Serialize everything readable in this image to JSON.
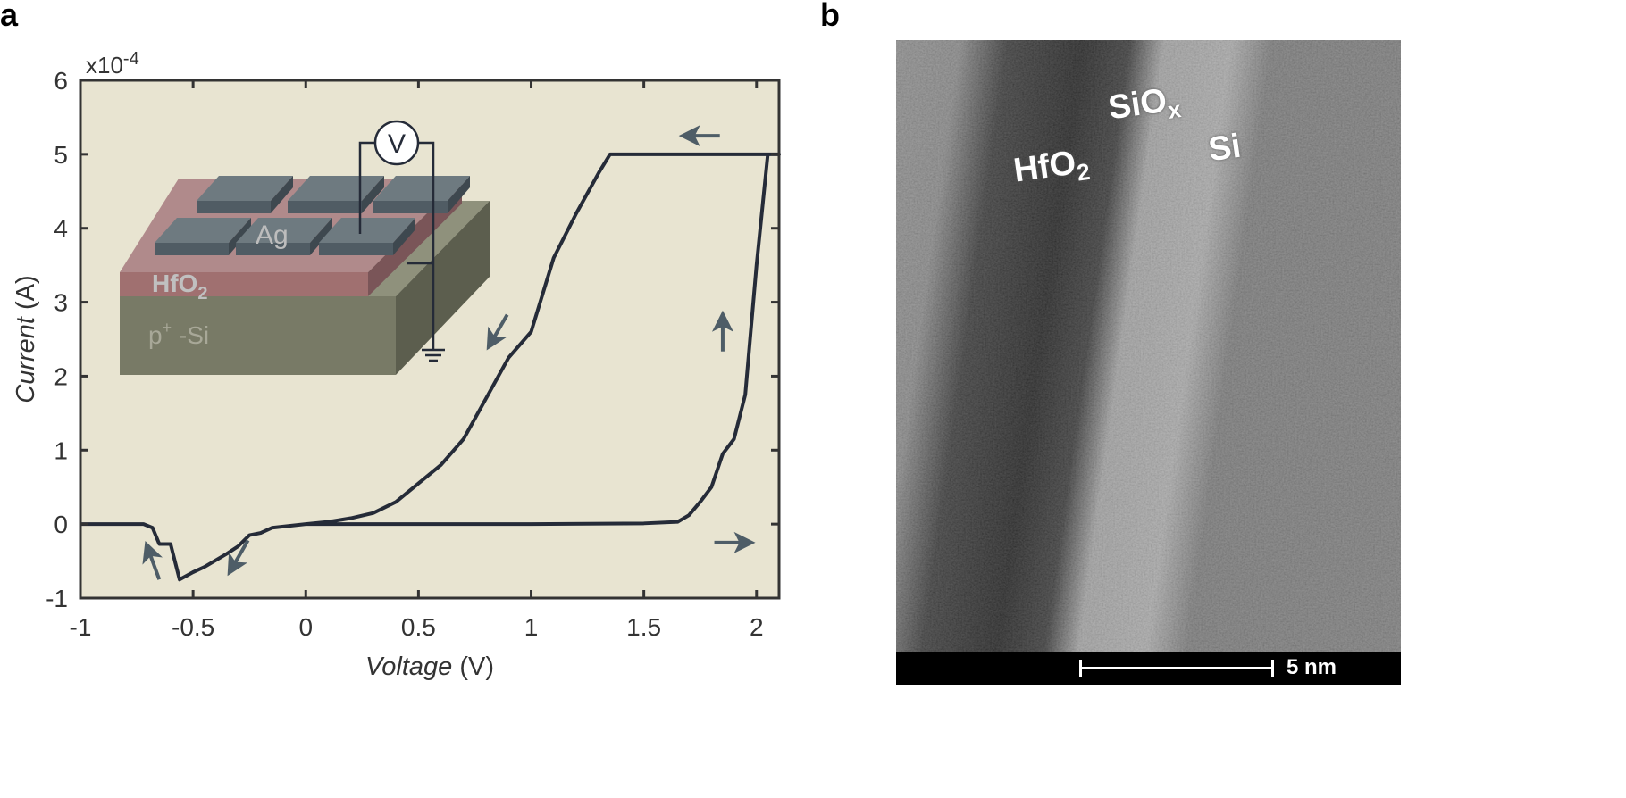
{
  "panels": {
    "a": "a",
    "b": "b"
  },
  "chart_data": {
    "type": "line",
    "xlabel_italic": "Voltage",
    "xlabel_unit": "(V)",
    "ylabel_italic": "Current",
    "ylabel_unit": "(A)",
    "y_multiplier": "x10",
    "y_multiplier_exp": "-4",
    "xlim": [
      -1,
      2.1
    ],
    "ylim": [
      -1,
      6
    ],
    "xticks": [
      -1,
      -0.5,
      0,
      0.5,
      1,
      1.5,
      2
    ],
    "xtick_labels": [
      "-1",
      "-0.5",
      "0",
      "0.5",
      "1",
      "1.5",
      "2"
    ],
    "yticks": [
      -1,
      0,
      1,
      2,
      3,
      4,
      5,
      6
    ],
    "ytick_labels": [
      "-1",
      "0",
      "1",
      "2",
      "3",
      "4",
      "5",
      "6"
    ],
    "grid": false,
    "background_color": "#e8e4d1",
    "line_color": "#252b38",
    "arrow_color": "#4e5d67",
    "series": [
      {
        "x": [
          0,
          0.5,
          1.0,
          1.5,
          1.65,
          1.7,
          1.75,
          1.8,
          1.85,
          1.9,
          1.95,
          2.0,
          2.05,
          2.1,
          1.35,
          1.3,
          1.2,
          1.1,
          1.0,
          0.9,
          0.8,
          0.7,
          0.6,
          0.5,
          0.4,
          0.3,
          0.2,
          0.1,
          0,
          -0.15,
          -0.2,
          -0.25,
          -0.3,
          -0.35,
          -0.45,
          -0.5,
          -0.56,
          -0.6,
          -0.62,
          -0.65,
          -0.68,
          -0.72,
          -1.0
        ],
        "y": [
          0,
          0,
          0,
          0.01,
          0.03,
          0.12,
          0.3,
          0.5,
          0.95,
          1.15,
          1.75,
          3.5,
          5.0,
          5.0,
          5.0,
          4.75,
          4.2,
          3.6,
          2.6,
          2.25,
          1.7,
          1.15,
          0.8,
          0.55,
          0.3,
          0.15,
          0.08,
          0.03,
          0,
          -0.05,
          -0.12,
          -0.15,
          -0.3,
          -0.4,
          -0.58,
          -0.65,
          -0.75,
          -0.27,
          -0.27,
          -0.27,
          -0.05,
          0,
          0
        ]
      }
    ],
    "arrows": [
      {
        "x": 1.75,
        "y": 5.25,
        "direction": "left"
      },
      {
        "x": 0.85,
        "y": 2.6,
        "direction": "down-left"
      },
      {
        "x": -0.3,
        "y": -0.45,
        "direction": "down-left"
      },
      {
        "x": -0.68,
        "y": -0.5,
        "direction": "up-left"
      },
      {
        "x": 1.9,
        "y": -0.25,
        "direction": "right"
      },
      {
        "x": 1.85,
        "y": 2.6,
        "direction": "up"
      }
    ]
  },
  "inset": {
    "electrode_label": "Ag",
    "oxide_label": "HfO",
    "oxide_sub": "2",
    "substrate_label": "p",
    "substrate_sup": "+",
    "substrate_rest": " -Si",
    "meter_label": "V",
    "colors": {
      "electrode": "#6e7a80",
      "oxide": "#a07070",
      "substrate": "#787a66"
    }
  },
  "tem": {
    "hfo2_label": "HfO",
    "hfo2_sub": "2",
    "siox_label": "SiO",
    "siox_sub": "x",
    "si_label": "Si",
    "scale_bar_label": "5 nm"
  }
}
